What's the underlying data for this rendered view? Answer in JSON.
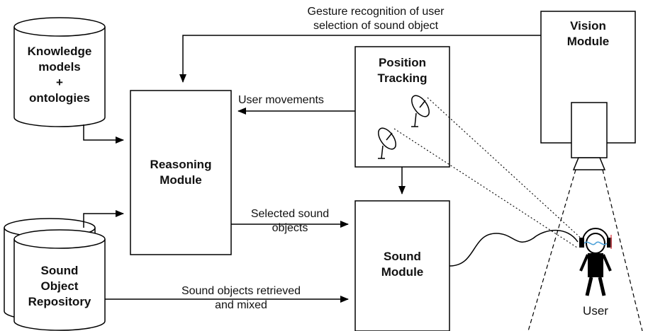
{
  "nodes": {
    "knowledge": {
      "line1": "Knowledge",
      "line2": "models",
      "line3": "+",
      "line4": "ontologies"
    },
    "reasoning": {
      "line1": "Reasoning",
      "line2": "Module"
    },
    "position": {
      "line1": "Position",
      "line2": "Tracking"
    },
    "vision": {
      "line1": "Vision",
      "line2": "Module"
    },
    "sound": {
      "line1": "Sound",
      "line2": "Module"
    },
    "repository": {
      "line1": "Sound",
      "line2": "Object",
      "line3": "Repository"
    },
    "user": {
      "label": "User"
    }
  },
  "edges": {
    "gesture": {
      "line1": "Gesture recognition of user",
      "line2": "selection of sound object"
    },
    "movements": {
      "label": "User movements"
    },
    "selected": {
      "line1": "Selected sound",
      "line2": "objects"
    },
    "retrieved": {
      "line1": "Sound objects retrieved",
      "line2": "and mixed"
    }
  }
}
